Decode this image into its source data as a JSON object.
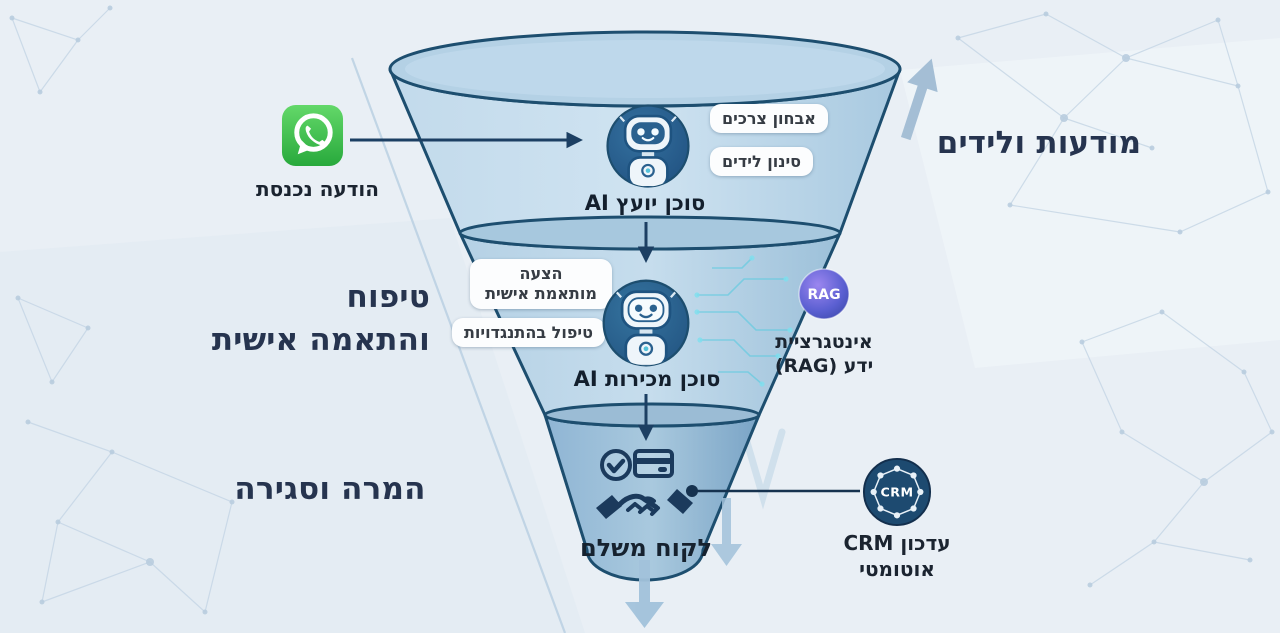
{
  "left_column": {
    "whatsapp_label": "הודעה נכנסת"
  },
  "stages": {
    "awareness_label": "מודעות ולידים",
    "nurture_label_line1": "טיפוח",
    "nurture_label_line2": "והתאמה אישית",
    "conversion_label": "המרה וסגירה"
  },
  "funnel": {
    "tier1": {
      "agent_label": "סוכן יועץ AI",
      "bubble_top": "אבחון צרכים",
      "bubble_bottom": "סינון לידים"
    },
    "tier2": {
      "agent_label": "סוכן מכירות AI",
      "bubble_top_line1": "הצעה",
      "bubble_top_line2": "מותאמת אישית",
      "bubble_bottom": "טיפול בהתנגדויות"
    },
    "tier3": {
      "customer_label": "לקוח משלם"
    }
  },
  "integrations": {
    "rag": {
      "badge": "RAG",
      "label_line1": "אינטגרציית",
      "label_line2": "ידע (RAG)"
    },
    "crm": {
      "badge": "CRM",
      "label_line1": "עדכון CRM",
      "label_line2": "אוטומטי"
    }
  },
  "icons": {
    "whatsapp": "whatsapp-icon",
    "advisor_bot": "robot-avatar-icon",
    "sales_bot": "robot-avatar-icon",
    "deal": "handshake-payment-icon",
    "rag": "rag-atom-icon",
    "crm": "crm-network-icon"
  },
  "colors": {
    "background": "#e9eff5",
    "funnel_outline": "#1d4e6f",
    "funnel_light": "#cfe3f1",
    "funnel_dark": "#7aa4c6",
    "text_navy": "#26344f",
    "whatsapp_green": "#34b843",
    "rag_purple": "#5a5fd1",
    "crm_navy": "#1d4a70",
    "circuit_cyan": "#58cbe0"
  }
}
